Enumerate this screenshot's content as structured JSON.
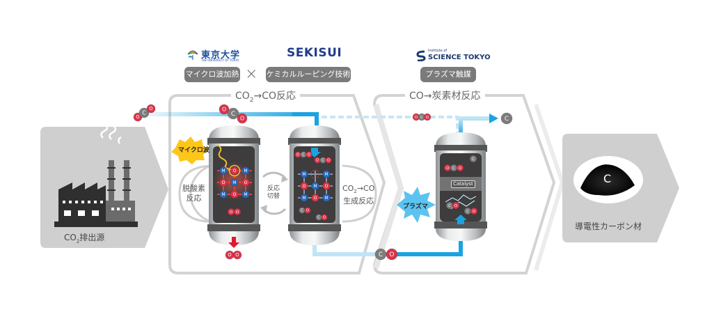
{
  "logos": {
    "left": {
      "name": "東京大学",
      "subtitle": "THE UNIVERSITY OF TOKYO"
    },
    "middle": {
      "name": "SEKISUI"
    },
    "right": {
      "prefix": "Institute of",
      "name": "SCIENCE TOKYO"
    }
  },
  "technologies": {
    "microwave_heating": "マイクロ波加熱",
    "times_symbol": "×",
    "chemical_looping": "ケミカルルーピング技術",
    "plasma_catalyst": "プラズマ触媒"
  },
  "sections": {
    "co2_to_co": {
      "prefix": "CO",
      "sub": "2",
      "suffix": "→CO反応"
    },
    "co_to_carbon": {
      "title": "CO→炭素材反応"
    }
  },
  "source": {
    "prefix": "CO",
    "sub": "2",
    "suffix": "排出源"
  },
  "product": {
    "label": "導電性カーボン材",
    "symbol": "C"
  },
  "reactor1": {
    "badge": "マイクロ波",
    "cycle_label_line1": "脱酸素",
    "cycle_label_line2": "反応",
    "metal_symbol": "M",
    "oxygen_symbol": "O"
  },
  "switch": {
    "line1": "反応",
    "line2": "切替"
  },
  "reactor2": {
    "cycle_label_line1_prefix": "CO",
    "cycle_label_line1_sub": "2",
    "cycle_label_line1_suffix": "→CO",
    "cycle_label_line2": "生成反応"
  },
  "reactor3": {
    "badge": "プラズマ",
    "catalyst_label": "Catalyst"
  },
  "molecules": {
    "carbon": "C",
    "oxygen": "O"
  },
  "colors": {
    "flow_blue": "#1aa3e0",
    "flow_light_blue": "#bfe4f6",
    "oxygen_red": "#d8354b",
    "metal_blue": "#2a67b8",
    "carbon_gray": "#7c7c7c",
    "panel_gray": "#cfcfcf",
    "frame_gray": "#d0d0d0",
    "badge_yellow": "#ffc61a",
    "badge_plasma": "#5cc3f0"
  }
}
